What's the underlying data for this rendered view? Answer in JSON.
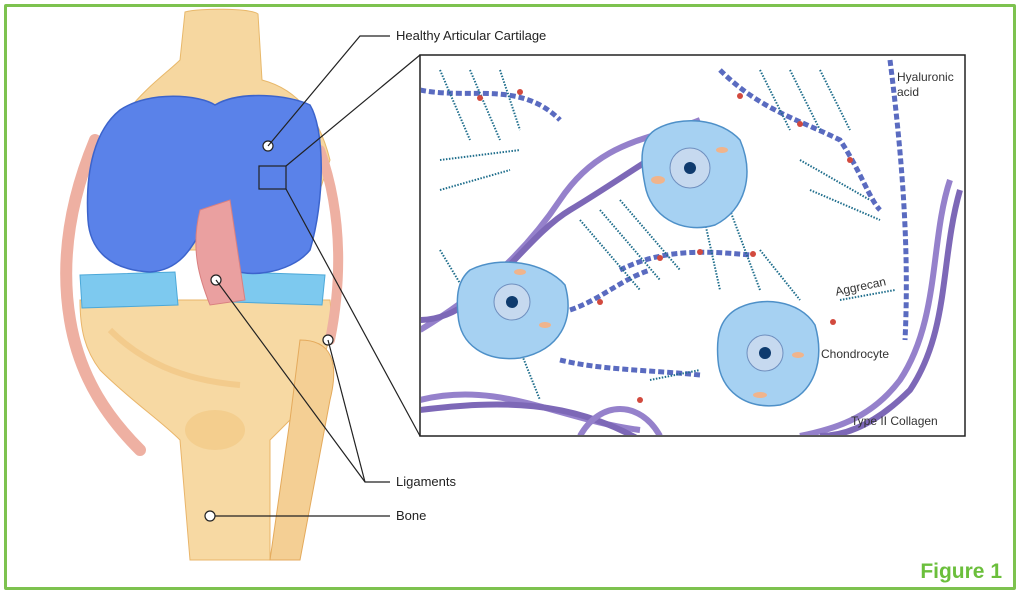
{
  "labels": {
    "cartilage": "Healthy Articular Cartilage",
    "ligaments": "Ligaments",
    "bone": "Bone",
    "hyaluronic": "Hyaluronic",
    "hyaluronic2": "acid",
    "aggrecan": "Aggrecan",
    "chondrocyte": "Chondrocyte",
    "collagen": "Type II Collagen"
  },
  "figure": "Figure 1",
  "colors": {
    "frame": "#7dc24f",
    "bone": "#f7d9a3",
    "cartilage": "#5b82e8",
    "meniscus": "#7cc8ee",
    "ligament": "#ecaaa0",
    "cell": "#a6d1f2",
    "aggrecan": "#1f6e8c",
    "collagen": "#8a74c6"
  }
}
